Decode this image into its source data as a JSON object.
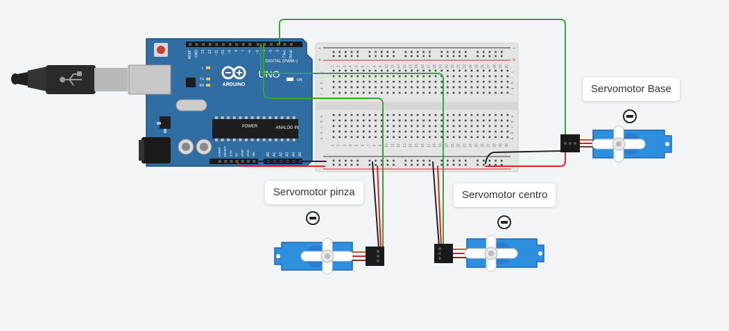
{
  "arduino": {
    "brand": "ARDUINO",
    "model": "UNO",
    "digital_label": "DIGITAL (PWM~)",
    "power_label": "POWER",
    "analog_label": "ANALOG IN",
    "tx_label": "TX",
    "rx_label": "RX",
    "on_label": "ON",
    "l_label": "L",
    "digital_pins": [
      "AREF",
      "GND",
      "13",
      "12",
      "~11",
      "~10",
      "~9",
      "8",
      "7",
      "~6",
      "~5",
      "4",
      "~3",
      "2",
      "TX▸1",
      "RX◂0"
    ],
    "power_pins": [
      "IOREF",
      "RESET",
      "3.3V",
      "5V",
      "GND",
      "GND",
      "Vin"
    ],
    "analog_pins": [
      "A0",
      "A1",
      "A2",
      "A3",
      "A4",
      "A5"
    ]
  },
  "breadboard": {
    "columns": [
      "1",
      "2",
      "3",
      "4",
      "5",
      "6",
      "7",
      "8",
      "9",
      "10",
      "11",
      "12",
      "13",
      "14",
      "15",
      "16",
      "17",
      "18",
      "19",
      "20",
      "21",
      "22",
      "23",
      "24",
      "25",
      "26",
      "27",
      "28",
      "29",
      "30"
    ],
    "rows_top": [
      "j",
      "i",
      "h",
      "g",
      "f"
    ],
    "rows_bottom": [
      "e",
      "d",
      "c",
      "b",
      "a"
    ],
    "rail_plus": "+",
    "rail_minus": "−"
  },
  "components": [
    {
      "label": "Servomotor Base"
    },
    {
      "label": "Servomotor pinza"
    },
    {
      "label": "Servomotor centro"
    }
  ],
  "colors": {
    "board": "#2f6da3",
    "board_dark": "#1f4f7a",
    "signal_wire": "#3aa335",
    "power_wire": "#e02020",
    "ground_wire": "#222222",
    "servo_body": "#2f8fdf",
    "servo_border": "#1e67b0",
    "breadboard": "#e4e4e4",
    "rail_red": "#d9262c",
    "tooltip_text": "#333333"
  },
  "icons": {
    "remove": "minus-circle-icon",
    "usb": "usb-icon",
    "arduino_logo": "infinity-logo-icon"
  }
}
